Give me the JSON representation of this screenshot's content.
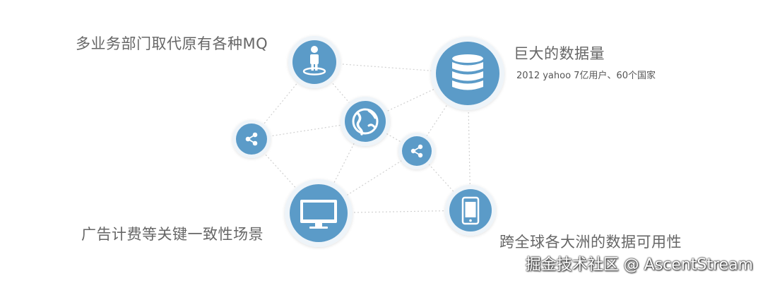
{
  "labels": {
    "top_left": "多业务部门取代原有各种MQ",
    "top_right_title": "巨大的数据量",
    "top_right_sub": "2012 yahoo 7亿用户、60个国家",
    "bottom_left": "广告计费等关键一致性场景",
    "bottom_right": "跨全球各大洲的数据可用性"
  },
  "watermark": "掘金技术社区 @ AscentStream",
  "colors": {
    "node": "#5b9bc8",
    "ring": "#eaf2f8",
    "edge": "#d0d0d0"
  },
  "icons": {
    "user": "person-on-platform-icon",
    "database": "database-icon",
    "share_left": "share-icon",
    "globe": "globe-icon",
    "share_right": "share-icon",
    "monitor": "monitor-icon",
    "phone": "smartphone-icon"
  }
}
